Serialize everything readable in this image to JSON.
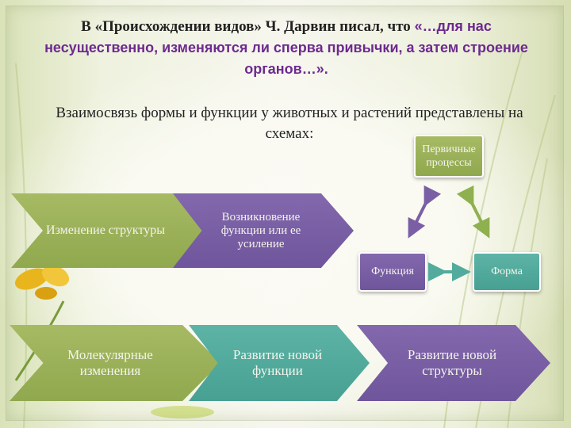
{
  "heading": {
    "lead": "В «Происхождении видов» Ч. Дарвин писал, что",
    "quote": "«…для нас несущественно, изменяются ли сперва привычки, а затем строение органов…»."
  },
  "subtitle": "Взаимосвязь формы и функции у животных и растений представлены на схемах:",
  "scheme1": {
    "step1": "Изменение структуры",
    "step2": "Возникновение функции или ее усиление"
  },
  "cycle": {
    "top": "Первичные процессы",
    "left": "Функция",
    "right": "Форма"
  },
  "scheme2": {
    "step1": "Молекулярные изменения",
    "step2": "Развитие новой функции",
    "step3": "Развитие новой структуры"
  },
  "colors": {
    "green": "#9bb25a",
    "violet": "#7a5fa5",
    "teal": "#52ab9c",
    "quote": "#6d2a8f"
  }
}
